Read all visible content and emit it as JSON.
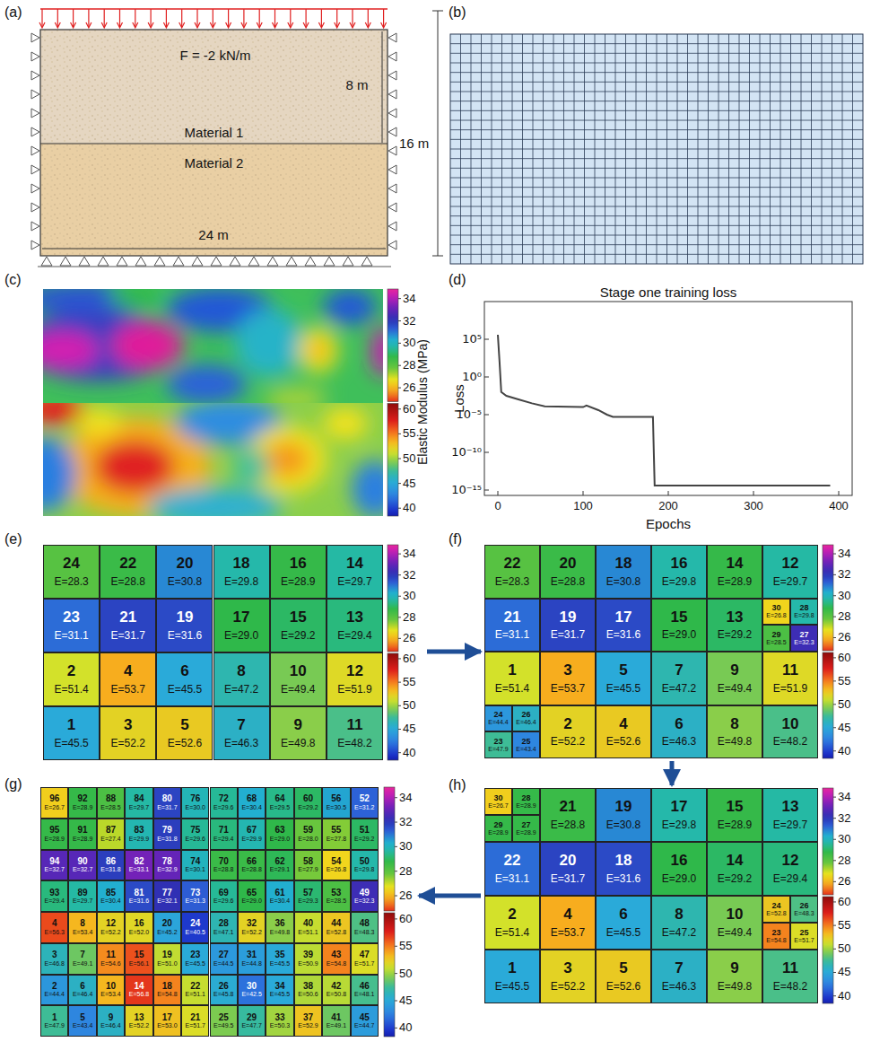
{
  "diagram": {
    "nodes": [
      {
        "text": [
          "Material 1"
        ]
      },
      {
        "text": [
          "Material 2"
        ]
      },
      {
        "text": [
          "(e)"
        ]
      },
      {
        "text": [
          "24",
          "E=28.3"
        ],
        "in": 2
      },
      {
        "text": [
          "22",
          "E=28.8"
        ],
        "in": 2
      },
      {
        "text": [
          "20",
          "E=30.8"
        ],
        "in": 2
      },
      {
        "text": [
          "18",
          "E=29.8"
        ],
        "in": 2
      },
      {
        "text": [
          "16",
          "E=28.9"
        ],
        "in": 2
      },
      {
        "text": [
          "14",
          "E=29.7"
        ],
        "in": 2
      },
      {
        "text": [
          "23",
          "E=31.1"
        ],
        "in": 2
      },
      {
        "text": [
          "21",
          "E=31.7"
        ],
        "in": 2
      },
      {
        "text": [
          "19",
          "E=31.6"
        ],
        "in": 2
      },
      {
        "text": [
          "17",
          "E=29.0"
        ],
        "in": 2
      },
      {
        "text": [
          "15",
          "E=29.2"
        ],
        "in": 2
      },
      {
        "text": [
          "13",
          "E=29.4"
        ],
        "in": 2
      },
      {
        "text": [
          "2",
          "E=51.4"
        ],
        "in": 2
      },
      {
        "text": [
          "4",
          "E=53.7"
        ],
        "in": 2
      },
      {
        "text": [
          "6",
          "E=45.5"
        ],
        "in": 2
      },
      {
        "text": [
          "8",
          "E=47.2"
        ],
        "in": 2
      },
      {
        "text": [
          "10",
          "E=49.4"
        ],
        "in": 2
      },
      {
        "text": [
          "12",
          "E=51.9"
        ],
        "in": 2
      },
      {
        "text": [
          "1",
          "E=45.5"
        ],
        "in": 2
      },
      {
        "text": [
          "3",
          "E=52.2"
        ],
        "in": 2
      },
      {
        "text": [
          "5",
          "E=52.6"
        ],
        "in": 2
      },
      {
        "text": [
          "7",
          "E=46.3"
        ],
        "in": 2
      },
      {
        "text": [
          "9",
          "E=49.8"
        ],
        "in": 2
      },
      {
        "text": [
          "11",
          "E=48.2"
        ],
        "in": 2
      },
      {
        "text": [
          "(f)"
        ]
      },
      {
        "text": [
          "22",
          "E=28.3"
        ],
        "in": 27
      },
      {
        "text": [
          "20",
          "E=28.8"
        ],
        "in": 27
      },
      {
        "text": [
          "18",
          "E=30.8"
        ],
        "in": 27
      },
      {
        "text": [
          "16",
          "E=29.8"
        ],
        "in": 27
      },
      {
        "text": [
          "14",
          "E=28.9"
        ],
        "in": 27
      },
      {
        "text": [
          "12",
          "E=29.7"
        ],
        "in": 27
      },
      {
        "text": [
          "21",
          "E=31.1"
        ],
        "in": 27
      },
      {
        "text": [
          "19",
          "E=31.7"
        ],
        "in": 27
      },
      {
        "text": [
          "17",
          "E=31.6"
        ],
        "in": 27
      },
      {
        "text": [
          "15",
          "E=29.0"
        ],
        "in": 27
      },
      {
        "text": [
          "13",
          "E=29.2"
        ],
        "in": 27
      },
      {
        "text": [
          "30",
          "E=26.8"
        ],
        "in": 27
      },
      {
        "text": [
          "28",
          "E=29.8"
        ],
        "in": 27
      },
      {
        "text": [
          "29",
          "E=28.5"
        ],
        "in": 27
      },
      {
        "text": [
          "27",
          "E=32.3"
        ],
        "in": 27
      },
      {
        "text": [
          "1",
          "E=51.4"
        ],
        "in": 27
      },
      {
        "text": [
          "3",
          "E=53.7"
        ],
        "in": 27
      },
      {
        "text": [
          "5",
          "E=45.5"
        ],
        "in": 27
      },
      {
        "text": [
          "7",
          "E=47.2"
        ],
        "in": 27
      },
      {
        "text": [
          "9",
          "E=49.4"
        ],
        "in": 27
      },
      {
        "text": [
          "11",
          "E=51.9"
        ],
        "in": 27
      },
      {
        "text": [
          "24",
          "E=44.4"
        ],
        "in": 27
      },
      {
        "text": [
          "26",
          "E=46.4"
        ],
        "in": 27
      },
      {
        "text": [
          "23",
          "E=47.9"
        ],
        "in": 27
      },
      {
        "text": [
          "25",
          "E=43.4"
        ],
        "in": 27
      },
      {
        "text": [
          "2",
          "E=52.2"
        ],
        "in": 27
      },
      {
        "text": [
          "4",
          "E=52.6"
        ],
        "in": 27
      },
      {
        "text": [
          "6",
          "E=46.3"
        ],
        "in": 27
      },
      {
        "text": [
          "8",
          "E=49.8"
        ],
        "in": 27
      },
      {
        "text": [
          "10",
          "E=48.2"
        ],
        "in": 27
      },
      {
        "text": [
          "(g)"
        ]
      },
      {
        "text": [
          "96",
          "E=26.7"
        ],
        "in": 58
      },
      {
        "text": [
          "92",
          "E=28.9"
        ],
        "in": 58
      },
      {
        "text": [
          "88",
          "E=28.5"
        ],
        "in": 58
      },
      {
        "text": [
          "84",
          "E=29.7"
        ],
        "in": 58
      },
      {
        "text": [
          "80",
          "E=31.7"
        ],
        "in": 58
      },
      {
        "text": [
          "76",
          "E=30.0"
        ],
        "in": 58
      },
      {
        "text": [
          "72",
          "E=29.6"
        ],
        "in": 58
      },
      {
        "text": [
          "68",
          "E=30.4"
        ],
        "in": 58
      },
      {
        "text": [
          "64",
          "E=29.5"
        ],
        "in": 58
      },
      {
        "text": [
          "60",
          "E=29.2"
        ],
        "in": 58
      },
      {
        "text": [
          "56",
          "E=30.5"
        ],
        "in": 58
      },
      {
        "text": [
          "52",
          "E=31.2"
        ],
        "in": 58
      },
      {
        "text": [
          "95",
          "E=28.9"
        ],
        "in": 58
      },
      {
        "text": [
          "91",
          "E=28.9"
        ],
        "in": 58
      },
      {
        "text": [
          "87",
          "E=27.4"
        ],
        "in": 58
      },
      {
        "text": [
          "83",
          "E=29.9"
        ],
        "in": 58
      },
      {
        "text": [
          "79",
          "E=31.8"
        ],
        "in": 58
      },
      {
        "text": [
          "75",
          "E=29.6"
        ],
        "in": 58
      },
      {
        "text": [
          "71",
          "E=29.4"
        ],
        "in": 58
      },
      {
        "text": [
          "67",
          "E=29.9"
        ],
        "in": 58
      },
      {
        "text": [
          "63",
          "E=29.0"
        ],
        "in": 58
      },
      {
        "text": [
          "59",
          "E=28.0"
        ],
        "in": 58
      },
      {
        "text": [
          "55",
          "E=27.8"
        ],
        "in": 58
      },
      {
        "text": [
          "51",
          "E=29.2"
        ],
        "in": 58
      },
      {
        "text": [
          "94",
          "E=32.7"
        ],
        "in": 58
      },
      {
        "text": [
          "90",
          "E=32.7"
        ],
        "in": 58
      },
      {
        "text": [
          "86",
          "E=31.8"
        ],
        "in": 58
      },
      {
        "text": [
          "82",
          "E=33.1"
        ],
        "in": 58
      },
      {
        "text": [
          "78",
          "E=32.9"
        ],
        "in": 58
      },
      {
        "text": [
          "74",
          "E=30.1"
        ],
        "in": 58
      },
      {
        "text": [
          "70",
          "E=28.8"
        ],
        "in": 58
      },
      {
        "text": [
          "66",
          "E=28.8"
        ],
        "in": 58
      },
      {
        "text": [
          "62",
          "E=29.1"
        ],
        "in": 58
      },
      {
        "text": [
          "58",
          "E=27.9"
        ],
        "in": 58
      },
      {
        "text": [
          "54",
          "E=26.8"
        ],
        "in": 58
      },
      {
        "text": [
          "50",
          "E=29.8"
        ],
        "in": 58
      },
      {
        "text": [
          "93",
          "E=29.4"
        ],
        "in": 58
      },
      {
        "text": [
          "89",
          "E=29.7"
        ],
        "in": 58
      },
      {
        "text": [
          "85",
          "E=30.4"
        ],
        "in": 58
      },
      {
        "text": [
          "81",
          "E=31.6"
        ],
        "in": 58
      },
      {
        "text": [
          "77",
          "E=32.1"
        ],
        "in": 58
      },
      {
        "text": [
          "73",
          "E=31.3"
        ],
        "in": 58
      },
      {
        "text": [
          "69",
          "E=29.6"
        ],
        "in": 58
      },
      {
        "text": [
          "65",
          "E=29.0"
        ],
        "in": 58
      },
      {
        "text": [
          "61",
          "E=30.4"
        ],
        "in": 58
      },
      {
        "text": [
          "57",
          "E=29.3"
        ],
        "in": 58
      },
      {
        "text": [
          "53",
          "E=28.5"
        ],
        "in": 58
      },
      {
        "text": [
          "49",
          "E=32.3"
        ],
        "in": 58
      },
      {
        "text": [
          "4",
          "E=56.3"
        ],
        "in": 58
      },
      {
        "text": [
          "8",
          "E=53.4"
        ],
        "in": 58
      },
      {
        "text": [
          "12",
          "E=52.2"
        ],
        "in": 58
      },
      {
        "text": [
          "16",
          "E=52.0"
        ],
        "in": 58
      },
      {
        "text": [
          "20",
          "E=45.2"
        ],
        "in": 58
      },
      {
        "text": [
          "24",
          "E=40.5"
        ],
        "in": 58
      },
      {
        "text": [
          "28",
          "E=47.1"
        ],
        "in": 58
      },
      {
        "text": [
          "32",
          "E=52.2"
        ],
        "in": 58
      },
      {
        "text": [
          "36",
          "E=49.8"
        ],
        "in": 58
      },
      {
        "text": [
          "40",
          "E=51.1"
        ],
        "in": 58
      },
      {
        "text": [
          "44",
          "E=52.8"
        ],
        "in": 58
      },
      {
        "text": [
          "48",
          "E=48.3"
        ],
        "in": 58
      },
      {
        "text": [
          "3",
          "E=46.8"
        ],
        "in": 58
      },
      {
        "text": [
          "7",
          "E=49.1"
        ],
        "in": 58
      },
      {
        "text": [
          "11",
          "E=54.6"
        ],
        "in": 58
      },
      {
        "text": [
          "15",
          "E=56.1"
        ],
        "in": 58
      },
      {
        "text": [
          "19",
          "E=51.0"
        ],
        "in": 58
      },
      {
        "text": [
          "23",
          "E=45.5"
        ],
        "in": 58
      },
      {
        "text": [
          "27",
          "E=44.5"
        ],
        "in": 58
      },
      {
        "text": [
          "31",
          "E=44.8"
        ],
        "in": 58
      },
      {
        "text": [
          "35",
          "E=45.5"
        ],
        "in": 58
      },
      {
        "text": [
          "39",
          "E=50.9"
        ],
        "in": 58
      },
      {
        "text": [
          "43",
          "E=54.8"
        ],
        "in": 58
      },
      {
        "text": [
          "47",
          "E=51.7"
        ],
        "in": 58
      },
      {
        "text": [
          "2",
          "E=44.4"
        ],
        "in": 58
      },
      {
        "text": [
          "6",
          "E=46.4"
        ],
        "in": 58
      },
      {
        "text": [
          "10",
          "E=53.4"
        ],
        "in": 58
      },
      {
        "text": [
          "14",
          "E=56.8"
        ],
        "in": 58
      },
      {
        "text": [
          "18",
          "E=54.8"
        ],
        "in": 58
      },
      {
        "text": [
          "22",
          "E=51.1"
        ],
        "in": 58
      },
      {
        "text": [
          "26",
          "E=45.8"
        ],
        "in": 58
      },
      {
        "text": [
          "30",
          "E=42.5"
        ],
        "in": 58
      },
      {
        "text": [
          "34",
          "E=45.5"
        ],
        "in": 58
      },
      {
        "text": [
          "38",
          "E=50.6"
        ],
        "in": 58
      },
      {
        "text": [
          "42",
          "E=50.8"
        ],
        "in": 58
      },
      {
        "text": [
          "46",
          "E=48.1"
        ],
        "in": 58
      },
      {
        "text": [
          "1",
          "E=47.9"
        ],
        "in": 58
      },
      {
        "text": [
          "5",
          "E=43.4"
        ],
        "in": 58
      },
      {
        "text": [
          "9",
          "E=46.4"
        ],
        "in": 58
      },
      {
        "text": [
          "13",
          "E=52.2"
        ],
        "in": 58
      },
      {
        "text": [
          "17",
          "E=53.0"
        ],
        "in": 58
      },
      {
        "text": [
          "21",
          "E=51.7"
        ],
        "in": 58
      },
      {
        "text": [
          "25",
          "E=49.5"
        ],
        "in": 58
      },
      {
        "text": [
          "29",
          "E=47.7"
        ],
        "in": 58
      },
      {
        "text": [
          "33",
          "E=50.3"
        ],
        "in": 58
      },
      {
        "text": [
          "37",
          "E=52.9"
        ],
        "in": 58
      },
      {
        "text": [
          "41",
          "E=49.1"
        ],
        "in": 58
      },
      {
        "text": [
          "45",
          "E=44.7"
        ],
        "in": 58
      },
      {
        "text": [
          "(h)"
        ]
      },
      {
        "text": [
          "30",
          "E=26.7"
        ],
        "in": 155
      },
      {
        "text": [
          "28",
          "E=28.9"
        ],
        "in": 155
      },
      {
        "text": [
          "29",
          "E=28.9"
        ],
        "in": 155
      },
      {
        "text": [
          "27",
          "E=28.9"
        ],
        "in": 155
      },
      {
        "text": [
          "21",
          "E=28.8"
        ],
        "in": 155
      },
      {
        "text": [
          "19",
          "E=30.8"
        ],
        "in": 155
      },
      {
        "text": [
          "17",
          "E=29.8"
        ],
        "in": 155
      },
      {
        "text": [
          "15",
          "E=28.9"
        ],
        "in": 155
      },
      {
        "text": [
          "13",
          "E=29.7"
        ],
        "in": 155
      },
      {
        "text": [
          "22",
          "E=31.1"
        ],
        "in": 155
      },
      {
        "text": [
          "20",
          "E=31.7"
        ],
        "in": 155
      },
      {
        "text": [
          "18",
          "E=31.6"
        ],
        "in": 155
      },
      {
        "text": [
          "16",
          "E=29.0"
        ],
        "in": 155
      },
      {
        "text": [
          "14",
          "E=29.2"
        ],
        "in": 155
      },
      {
        "text": [
          "12",
          "E=29.4"
        ],
        "in": 155
      },
      {
        "text": [
          "2",
          "E=51.4"
        ],
        "in": 155
      },
      {
        "text": [
          "4",
          "E=53.7"
        ],
        "in": 155
      },
      {
        "text": [
          "6",
          "E=45.5"
        ],
        "in": 155
      },
      {
        "text": [
          "8",
          "E=47.2"
        ],
        "in": 155
      },
      {
        "text": [
          "10",
          "E=49.4"
        ],
        "in": 155
      },
      {
        "text": [
          "24",
          "E=52.8"
        ],
        "in": 155
      },
      {
        "text": [
          "26",
          "E=48.3"
        ],
        "in": 155
      },
      {
        "text": [
          "23",
          "E=54.8"
        ],
        "in": 155
      },
      {
        "text": [
          "25",
          "E=51.7"
        ],
        "in": 155
      },
      {
        "text": [
          "1",
          "E=45.5"
        ],
        "in": 155
      },
      {
        "text": [
          "3",
          "E=52.2"
        ],
        "in": 155
      },
      {
        "text": [
          "5",
          "E=52.6"
        ],
        "in": 155
      },
      {
        "text": [
          "7",
          "E=46.3"
        ],
        "in": 155
      },
      {
        "text": [
          "9",
          "E=49.8"
        ],
        "in": 155
      },
      {
        "text": [
          "11",
          "E=48.2"
        ],
        "in": 155
      }
    ],
    "edges": [
      {
        "from": 2,
        "to": 27,
        "arrow": "to"
      },
      {
        "from": 27,
        "to": 155,
        "arrow": "to"
      },
      {
        "from": 155,
        "to": 58,
        "arrow": "to"
      }
    ],
    "labels": [
      "(a)",
      "F = -2 kN/m",
      "8 m",
      "16 m",
      "24 m",
      "(b)",
      "(c)",
      "34",
      "32",
      "30",
      "28",
      "26",
      "60",
      "55",
      "50",
      "45",
      "40",
      "Elastic Modulus (MPa)",
      "(d)",
      "Stage one training loss",
      "Loss",
      "Epochs",
      "0",
      "100",
      "200",
      "300",
      "400",
      "10⁵",
      "10⁰",
      "10⁻⁵",
      "10⁻¹⁰",
      "10⁻¹⁵",
      "34",
      "32",
      "30",
      "28",
      "26",
      "60",
      "55",
      "50",
      "45",
      "40",
      "34",
      "32",
      "30",
      "28",
      "26",
      "60",
      "55",
      "50",
      "45",
      "40",
      "34",
      "32",
      "30",
      "28",
      "26",
      "60",
      "55",
      "50",
      "45",
      "40",
      "34",
      "32",
      "30",
      "28",
      "26",
      "60",
      "55",
      "50",
      "45",
      "40"
    ]
  }
}
